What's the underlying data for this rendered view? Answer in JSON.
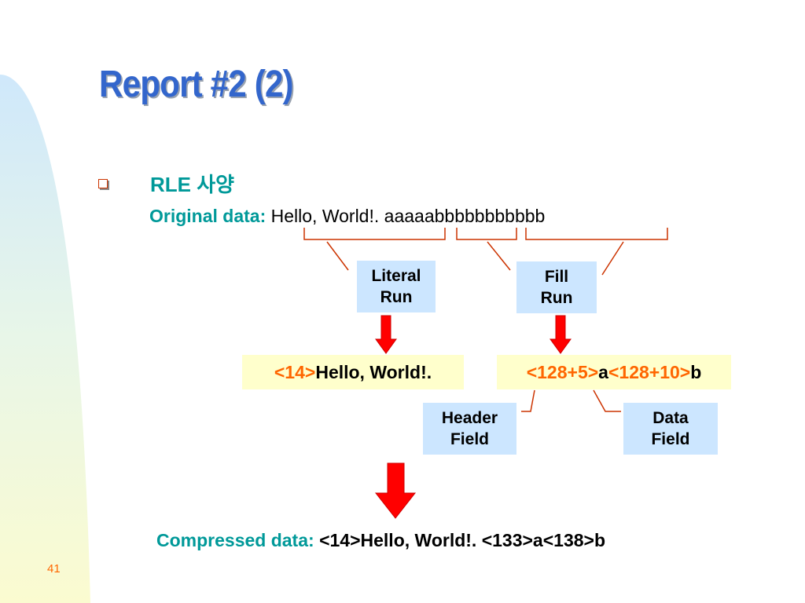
{
  "slide": {
    "title": "Report #2 (2)",
    "page_number": "41"
  },
  "bullet": {
    "heading": "RLE 사양"
  },
  "original": {
    "label": "Original data:",
    "text_literal": "Hello, World!.",
    "text_fill": "aaaaabbbbbbbbbbb"
  },
  "labels": {
    "literal_run_line1": "Literal",
    "literal_run_line2": "Run",
    "fill_run_line1": "Fill",
    "fill_run_line2": "Run",
    "header_field_line1": "Header",
    "header_field_line2": "Field",
    "data_field_line1": "Data",
    "data_field_line2": "Field"
  },
  "encoded": {
    "literal_header": "<14>",
    "literal_body": "Hello, World!.",
    "fill_header_a": "<128+5>",
    "fill_char_a": "a",
    "fill_header_b": "<128+10>",
    "fill_char_b": "b"
  },
  "compressed": {
    "label": "Compressed data:",
    "value": "<14>Hello, World!. <133>a<138>b"
  },
  "colors": {
    "title": "#3366cc",
    "teal": "#009999",
    "orange": "#ff6600",
    "arrow": "#ff0000",
    "box_fill": "#cce6ff",
    "highlight_fill": "#ffffcc"
  }
}
